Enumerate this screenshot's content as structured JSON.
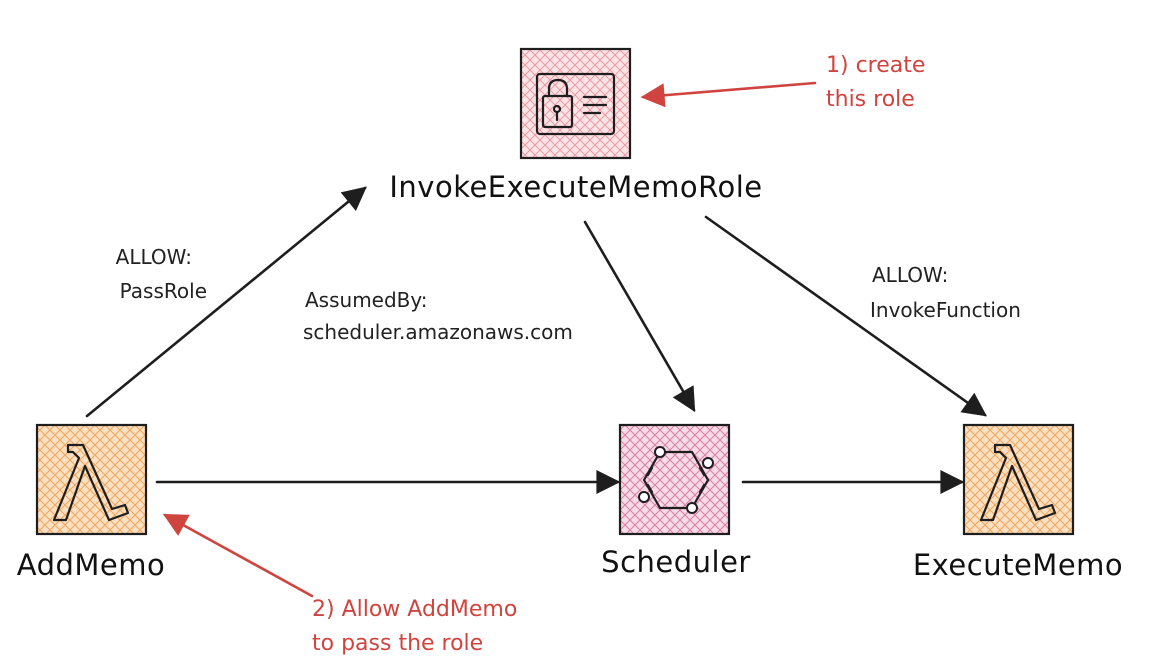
{
  "nodes": {
    "role": {
      "label": "InvokeExecuteMemoRole",
      "icon": "iam-role-icon",
      "fill": "#f8d0d3"
    },
    "add_memo": {
      "label": "AddMemo",
      "icon": "lambda-icon",
      "fill": "#f7cfa6"
    },
    "scheduler": {
      "label": "Scheduler",
      "icon": "eventbridge-scheduler-icon",
      "fill": "#f2c4d4"
    },
    "execute_memo": {
      "label": "ExecuteMemo",
      "icon": "lambda-icon",
      "fill": "#f7cfa6"
    }
  },
  "edge_labels": {
    "pass_role_line1": "ALLOW:",
    "pass_role_line2": "PassRole",
    "assumed_by_line1": "AssumedBy:",
    "assumed_by_line2": "scheduler.amazonaws.com",
    "invoke_line1": "ALLOW:",
    "invoke_line2": "InvokeFunction"
  },
  "annotations": {
    "step1_line1": "1) create",
    "step1_line2": "this role",
    "step2_line1": "2) Allow AddMemo",
    "step2_line2": "to pass the role"
  },
  "colors": {
    "edge": "#1e1e1e",
    "annotation": "#d0443f"
  }
}
